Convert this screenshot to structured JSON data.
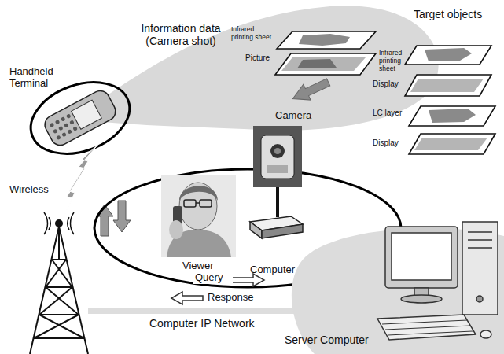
{
  "diagram": {
    "labels": [
      "Information data (Camera shot)",
      "Target objects",
      "Infrared printing sheet",
      "Picture",
      "Infrared printing sheet",
      "Display",
      "LC layer",
      "Display",
      "Handheld Terminal",
      "Camera",
      "Wireless",
      "Viewer",
      "Computer",
      "Query",
      "Response",
      "Computer IP Network",
      "Server Computer"
    ]
  }
}
